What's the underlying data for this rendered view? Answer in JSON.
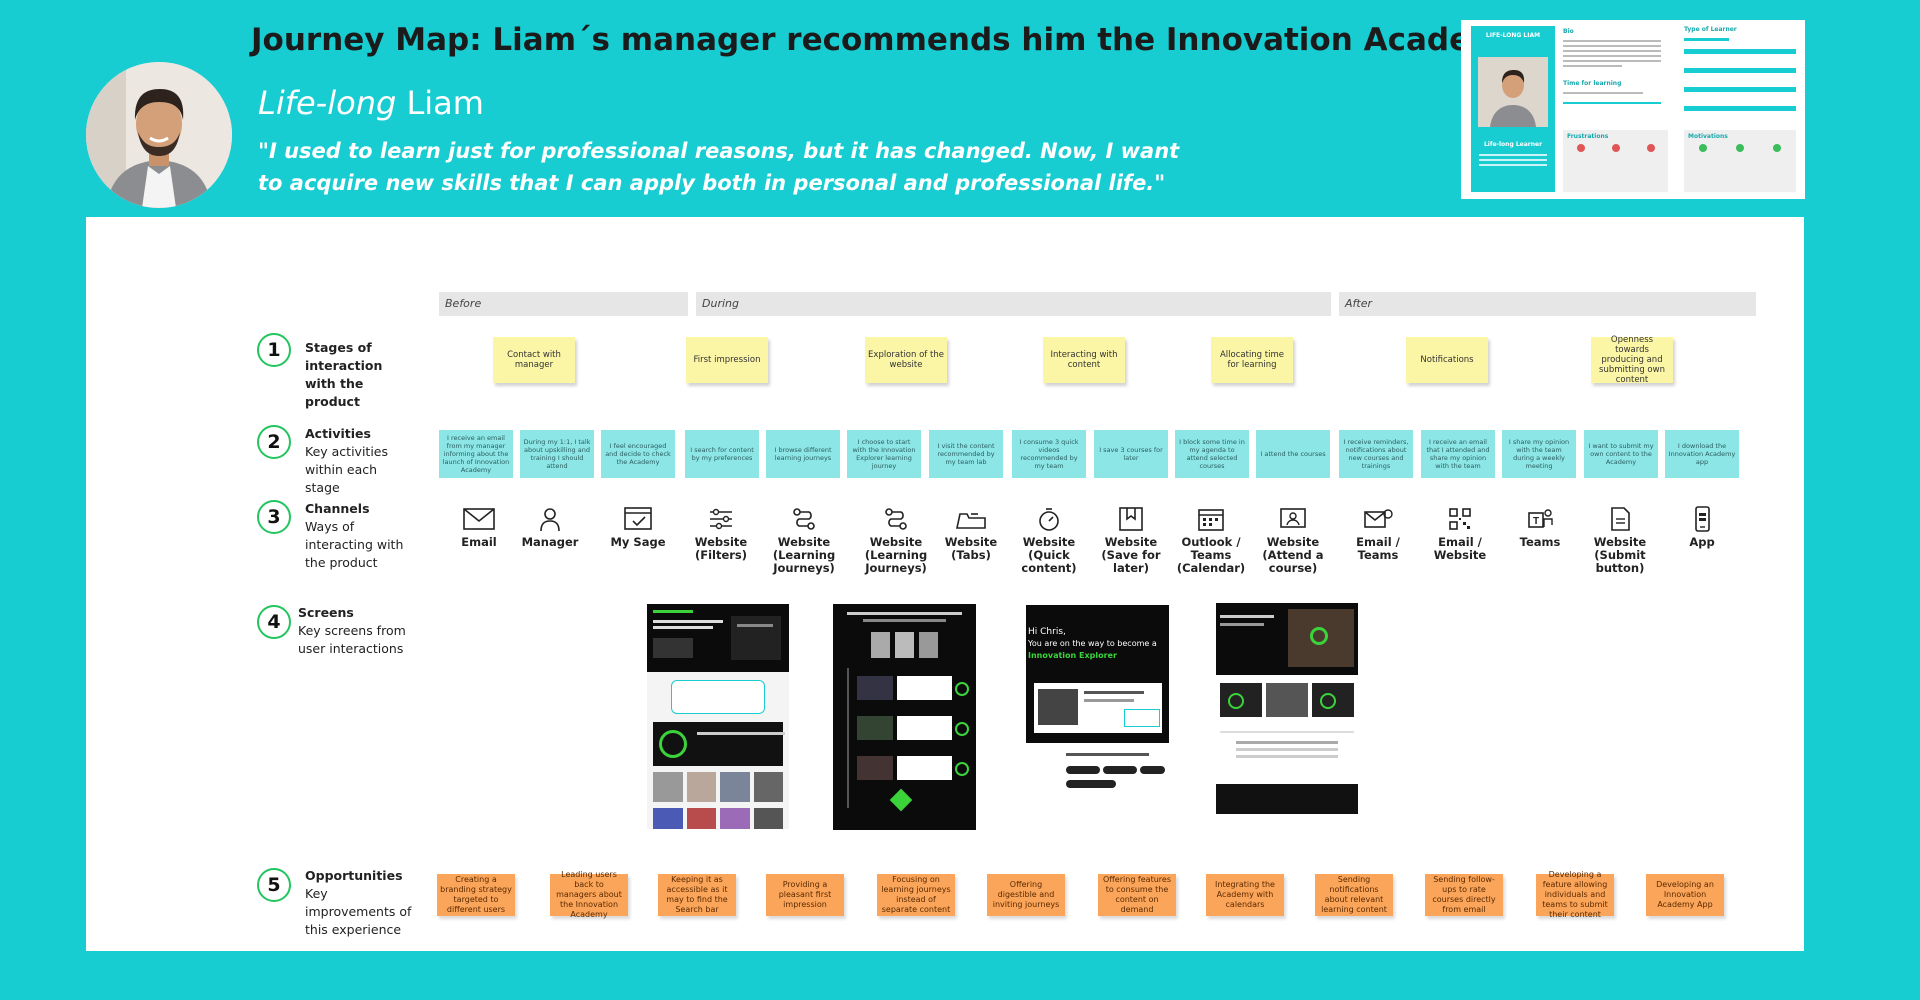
{
  "header": {
    "title": "Journey Map: Liam´s manager recommends him the Innovation Academy",
    "persona_italic": "Life-long",
    "persona_name": "Liam",
    "quote_line1": "\"I used to learn just for professional reasons, but it has changed. Now, I want",
    "quote_line2": "to acquire new skills that I can apply both in personal and professional life.\""
  },
  "persona_card": {
    "card_title": "LIFE-LONG LIAM",
    "card_subtitle": "Life-long Learner",
    "bio_label": "Bio",
    "type_label": "Type of Learner",
    "time_label": "Time for learning",
    "frustrations_label": "Frustrations",
    "motivations_label": "Motivations"
  },
  "phases": [
    "Before",
    "During",
    "After"
  ],
  "rows": [
    {
      "num": "1",
      "heading": "Stages of",
      "desc": "interaction with the product",
      "desc_bold": true
    },
    {
      "num": "2",
      "heading": "Activities",
      "desc": "Key activities within each stage"
    },
    {
      "num": "3",
      "heading": "Channels",
      "desc": "Ways of interacting with the product"
    },
    {
      "num": "4",
      "heading": "Screens",
      "desc": "Key screens from user interactions"
    },
    {
      "num": "5",
      "heading": "Opportunities",
      "desc": "Key improvements of this experience"
    }
  ],
  "stages": [
    "Contact with manager",
    "First impression",
    "Exploration of the website",
    "Interacting with content",
    "Allocating time for learning",
    "Notifications",
    "Openness towards producing and submitting own content"
  ],
  "activities": [
    "I receive an email from my manager informing about the launch of Innovation Academy",
    "During my 1:1, I talk about upskilling and training I should attend",
    "I feel encouraged and decide to check the Academy",
    "I search for content by my preferences",
    "I browse different learning journeys",
    "I choose to start with the Innovation Explorer learning journey",
    "I visit the content recommended by my team lab",
    "I consume 3 quick videos recommended by my team",
    "I save 3 courses for later",
    "I block some time in my agenda to attend selected courses",
    "I attend the courses",
    "I receive reminders, notifications about new courses and trainings",
    "I receive an email that I attended and share my opinion with the team",
    "I share my opinion with the team during a weekly meeting",
    "I want to submit my own content to the Academy",
    "I download the Innovation Academy app"
  ],
  "channels": [
    {
      "icon": "email-icon",
      "label": "Email"
    },
    {
      "icon": "person-icon",
      "label": "Manager"
    },
    {
      "icon": "browser-icon",
      "label": "My Sage"
    },
    {
      "icon": "filters-icon",
      "label": "Website (Filters)"
    },
    {
      "icon": "route-icon",
      "label": "Website (Learning Journeys)"
    },
    {
      "icon": "route-icon",
      "label": "Website (Learning Journeys)"
    },
    {
      "icon": "tabs-icon",
      "label": "Website (Tabs)"
    },
    {
      "icon": "timer-icon",
      "label": "Website (Quick content)"
    },
    {
      "icon": "bookmark-icon",
      "label": "Website (Save for later)"
    },
    {
      "icon": "calendar-icon",
      "label": "Outlook / Teams (Calendar)"
    },
    {
      "icon": "attend-icon",
      "label": "Website (Attend a course)"
    },
    {
      "icon": "envelope-teams-icon",
      "label": "Email / Teams"
    },
    {
      "icon": "qr-icon",
      "label": "Email / Website"
    },
    {
      "icon": "teams-icon",
      "label": "Teams"
    },
    {
      "icon": "document-icon",
      "label": "Website (Submit button)"
    },
    {
      "icon": "phone-icon",
      "label": "App"
    }
  ],
  "screens": {
    "screen3_greeting": "Hi Chris,",
    "screen3_line2": "You are on the way to become a",
    "screen3_highlight": "Innovation Explorer",
    "accent": "#3ad43a"
  },
  "opportunities": [
    "Creating a branding strategy targeted to different users",
    "Leading users back to managers about the Innovation Academy",
    "Keeping it as accessible as it may to find the Search bar",
    "Providing a pleasant first impression",
    "Focusing on learning journeys instead of separate content",
    "Offering digestible and inviting journeys",
    "Offering features to consume the content on demand",
    "Integrating the Academy with calendars",
    "Sending notifications about relevant learning content",
    "Sending follow-ups to rate courses directly from email",
    "Developing a feature allowing individuals and teams to submit their content",
    "Developing an Innovation Academy App"
  ],
  "colors": {
    "background": "#17cdd2",
    "sticky_yellow": "#fbf5a6",
    "activity_cyan": "#8de6e6",
    "opportunity_orange": "#fba55a",
    "step_ring": "#22c55e"
  }
}
